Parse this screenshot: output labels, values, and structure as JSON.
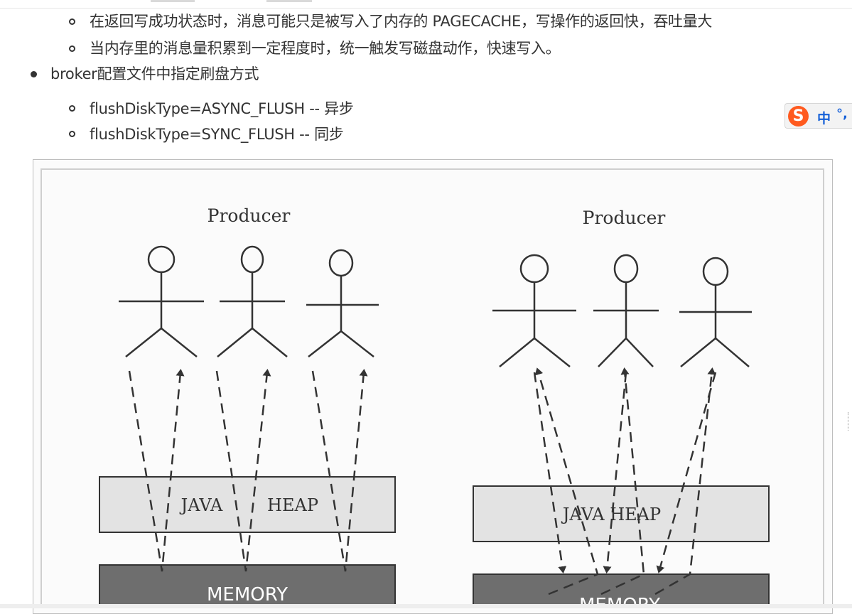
{
  "content": {
    "sub_items_1": [
      "在返回写成功状态时，消息可能只是被写入了内存的 PAGECACHE，写操作的返回快，吞吐量大",
      "当内存里的消息量积累到一定程度时，统一触发写磁盘动作，快速写入。"
    ],
    "broker_item": "broker配置文件中指定刷盘方式",
    "sub_items_2": [
      "flushDiskType=ASYNC_FLUSH -- 异步",
      "flushDiskType=SYNC_FLUSH -- 同步"
    ]
  },
  "ime": {
    "logo": "S",
    "lang": "中",
    "punct": "°,"
  },
  "figure": {
    "left": {
      "title": "Producer",
      "heap_labels": [
        "JAVA",
        "HEAP"
      ],
      "memory_label": "MEMORY"
    },
    "right": {
      "title": "Producer",
      "heap_label": "JAVA HEAP",
      "memory_label": "MEMORY"
    }
  },
  "colors": {
    "text": "#333333",
    "heap_fill": "#e3e3e3",
    "memory_fill": "#6e6e6e",
    "ime_accent": "#ff5a1f",
    "ime_text": "#1560d8"
  }
}
